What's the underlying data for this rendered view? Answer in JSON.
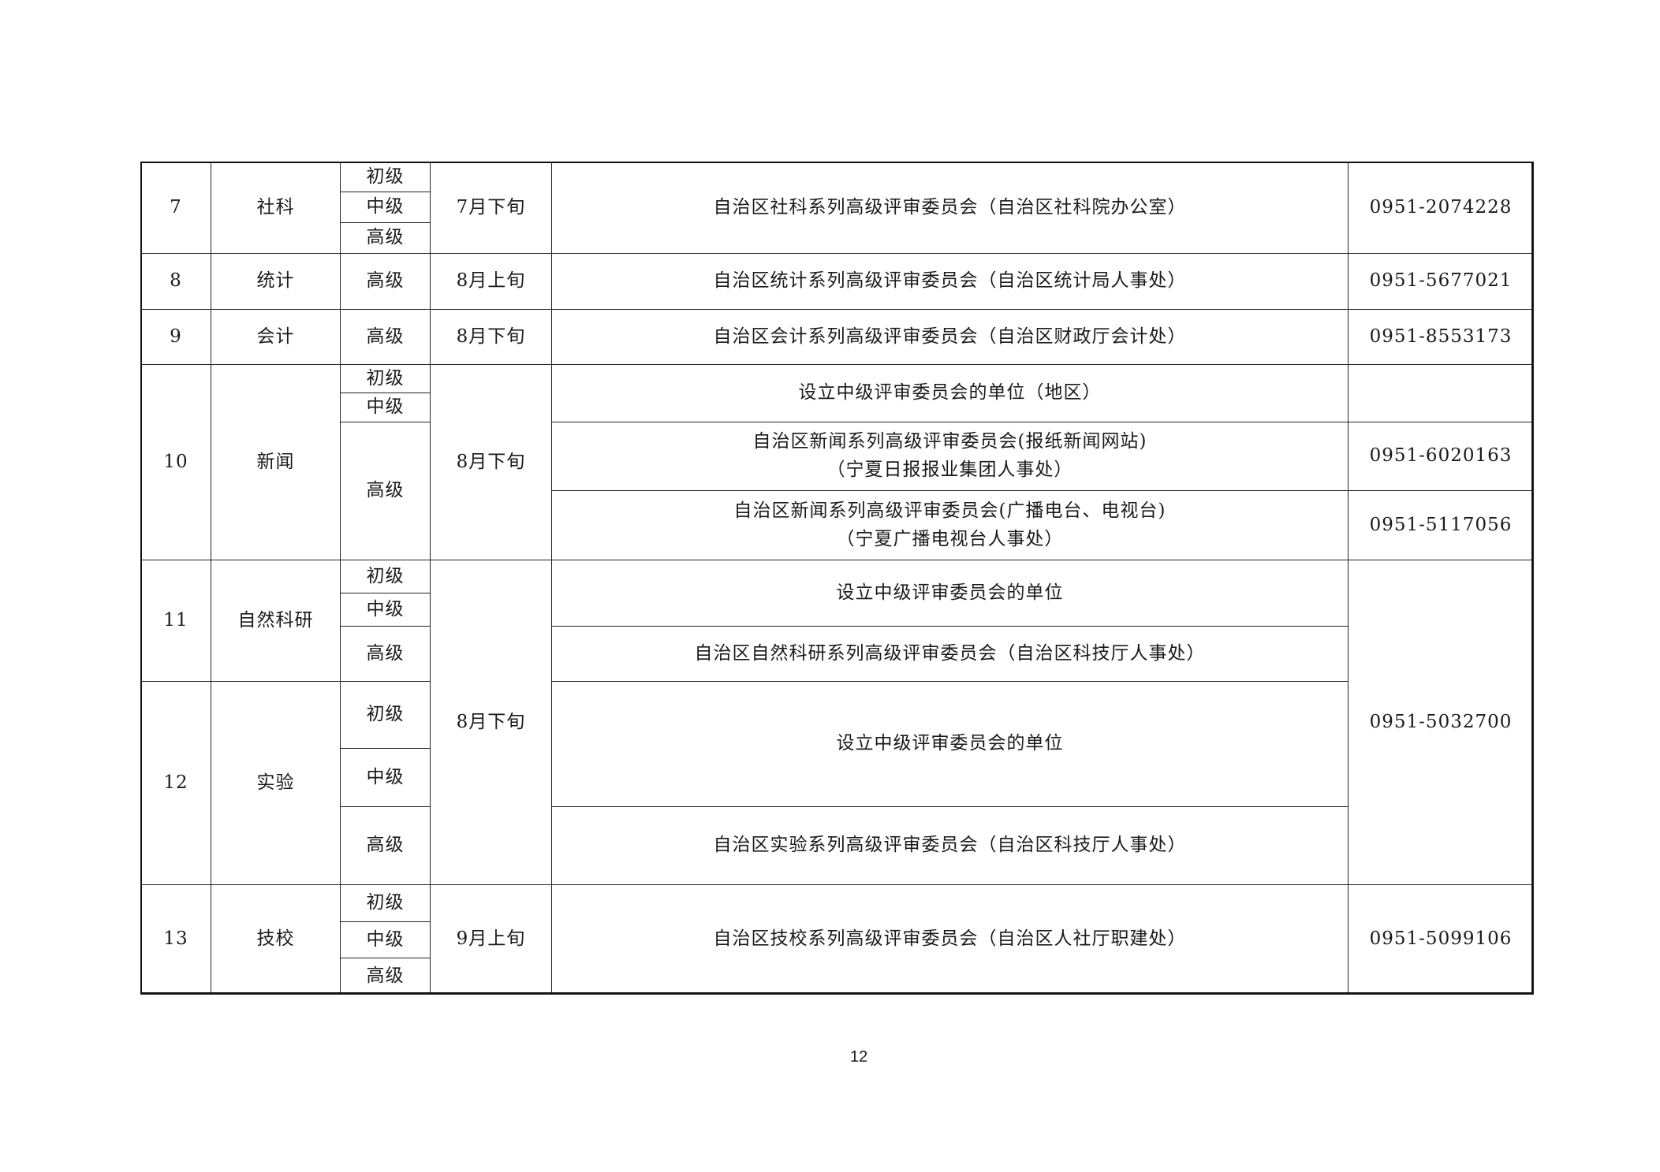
{
  "rows": [
    {
      "no": "7",
      "field": "社科",
      "levels": [
        "初级",
        "中级",
        "高级"
      ],
      "date": "7月下旬",
      "bodies": [
        "自治区社科系列高级评审委员会（自治区社科院办公室）"
      ],
      "phones": [
        "0951-2074228"
      ]
    },
    {
      "no": "8",
      "field": "统计",
      "levels": [
        "高级"
      ],
      "date": "8月上旬",
      "bodies": [
        "自治区统计系列高级评审委员会（自治区统计局人事处）"
      ],
      "phones": [
        "0951-5677021"
      ]
    },
    {
      "no": "9",
      "field": "会计",
      "levels": [
        "高级"
      ],
      "date": "8月下旬",
      "bodies": [
        "自治区会计系列高级评审委员会（自治区财政厅会计处）"
      ],
      "phones": [
        "0951-8553173"
      ]
    },
    {
      "no": "10",
      "field": "新闻",
      "levels": [
        "初级",
        "中级",
        "高级"
      ],
      "date": "8月下旬",
      "bodies": [
        "设立中级评审委员会的单位（地区）",
        "自治区新闻系列高级评审委员会(报纸新闻网站)\n（宁夏日报报业集团人事处）",
        "自治区新闻系列高级评审委员会(广播电台、电视台)\n（宁夏广播电视台人事处）"
      ],
      "phones": [
        "",
        "0951-6020163",
        "0951-5117056"
      ]
    },
    {
      "no": "11",
      "field": "自然科研",
      "levels": [
        "初级",
        "中级",
        "高级"
      ],
      "date": "8月下旬",
      "bodies": [
        "设立中级评审委员会的单位",
        "自治区自然科研系列高级评审委员会（自治区科技厅人事处）"
      ],
      "phones": [
        "0951-5032700"
      ]
    },
    {
      "no": "12",
      "field": "实验",
      "levels": [
        "初级",
        "中级",
        "高级"
      ],
      "bodies": [
        "设立中级评审委员会的单位",
        "自治区实验系列高级评审委员会（自治区科技厅人事处）"
      ]
    },
    {
      "no": "13",
      "field": "技校",
      "levels": [
        "初级",
        "中级",
        "高级"
      ],
      "date": "9月上旬",
      "bodies": [
        "自治区技校系列高级评审委员会（自治区人社厅职建处）"
      ],
      "phones": [
        "0951-5099106"
      ]
    }
  ],
  "page_number": "12"
}
